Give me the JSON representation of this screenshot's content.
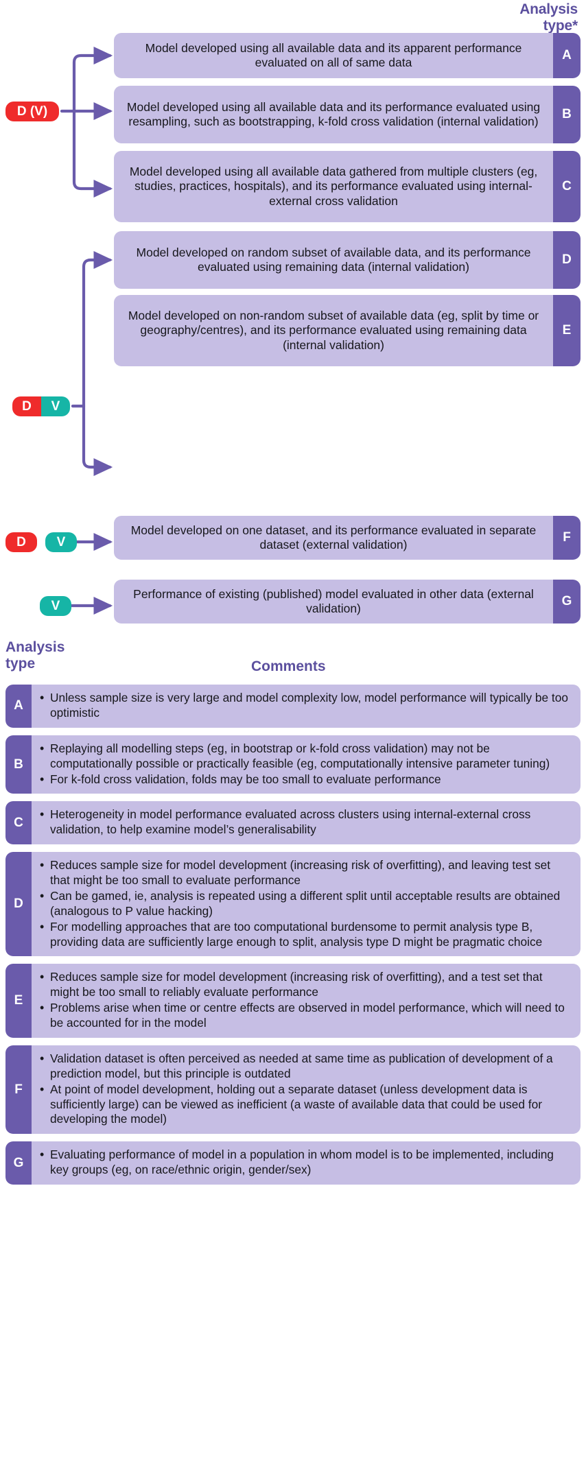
{
  "flow": {
    "header_line1": "Analysis",
    "header_line2": "type*",
    "sources": [
      {
        "id": "src-dv-paren",
        "label": "D (V)",
        "kind": "single-red"
      },
      {
        "id": "src-d-v-joined",
        "left": "D",
        "right": "V",
        "kind": "split"
      },
      {
        "id": "src-d-v-separate",
        "left": "D",
        "right": "V",
        "kind": "separate"
      },
      {
        "id": "src-v-only",
        "label": "V",
        "kind": "single-teal"
      }
    ],
    "rows": [
      {
        "tag": "A",
        "text": "Model developed using all available data and its apparent performance evaluated on all of same data"
      },
      {
        "tag": "B",
        "text": "Model developed using all available data and its performance evaluated using resampling, such as bootstrapping, k-fold cross validation (internal validation)"
      },
      {
        "tag": "C",
        "text": "Model developed using all available data gathered from multiple clusters (eg, studies, practices, hospitals), and its performance evaluated using internal-external cross validation"
      },
      {
        "tag": "D",
        "text": "Model developed on random subset of available data, and its performance evaluated using remaining data (internal validation)"
      },
      {
        "tag": "E",
        "text": "Model developed on non-random subset of available data (eg, split by time or geography/centres), and its performance evaluated using remaining data (internal validation)"
      },
      {
        "tag": "F",
        "text": "Model developed on one dataset, and its performance evaluated in separate dataset (external validation)"
      },
      {
        "tag": "G",
        "text": "Performance of existing (published) model evaluated in other data (external validation)"
      }
    ]
  },
  "comments": {
    "header_left_line1": "Analysis",
    "header_left_line2": "type",
    "header_mid": "Comments",
    "rows": [
      {
        "tag": "A",
        "bullets": [
          "Unless sample size is very large and model complexity low, model performance will typically be too optimistic"
        ]
      },
      {
        "tag": "B",
        "bullets": [
          "Replaying all modelling steps (eg, in bootstrap or k-fold cross validation) may not be computationally possible or practically feasible (eg, computationally intensive parameter tuning)",
          "For k-fold cross validation, folds may be too small to evaluate performance"
        ]
      },
      {
        "tag": "C",
        "bullets": [
          "Heterogeneity in model performance evaluated across clusters using internal-external cross validation, to help examine model’s generalisability"
        ]
      },
      {
        "tag": "D",
        "bullets": [
          "Reduces sample size for model development (increasing risk of overfitting), and leaving test set that might be too small to evaluate performance",
          "Can be gamed, ie, analysis is repeated using a different split until acceptable results are obtained (analogous to P value hacking)",
          "For modelling approaches that are too computational burdensome to permit analysis type B, providing data are sufficiently large enough to split, analysis type D might be pragmatic choice"
        ]
      },
      {
        "tag": "E",
        "bullets": [
          "Reduces sample size for model development (increasing risk of overfitting), and a test set that might be too small to reliably evaluate performance",
          "Problems arise when time or centre effects are observed in model performance, which will need to be accounted for in the model"
        ]
      },
      {
        "tag": "F",
        "bullets": [
          "Validation dataset is often perceived as needed at same time as publication of development of a prediction model, but this principle is outdated",
          "At point of model development, holding out a separate dataset (unless development data is sufficiently large) can be viewed as inefficient (a waste of available data that could be used for developing the model)"
        ]
      },
      {
        "tag": "G",
        "bullets": [
          "Evaluating performance of model in a population in whom model is to be implemented, including key groups (eg, on race/ethnic origin, gender/sex)"
        ]
      }
    ]
  },
  "colors": {
    "box_fill": "#c6bee4",
    "tag_fill": "#6a5bab",
    "heading": "#5b4f9e",
    "connector": "#6a5bab",
    "pill_red": "#ef2b2b",
    "pill_teal": "#16b5a6"
  }
}
